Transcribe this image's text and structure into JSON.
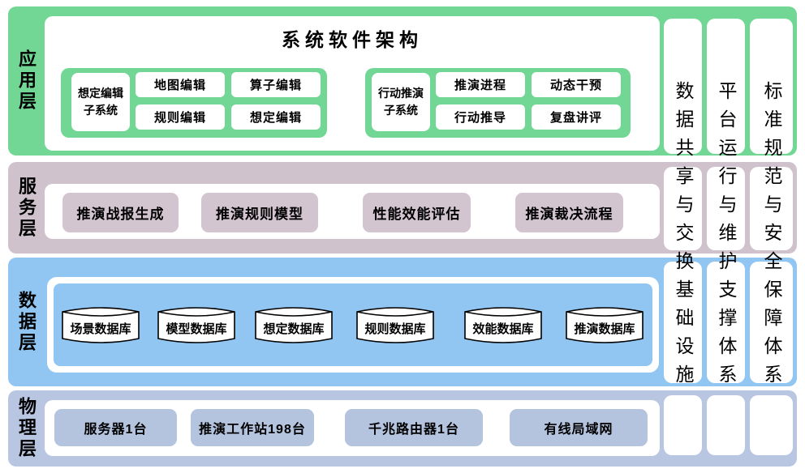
{
  "colors": {
    "app_layer": "#72d795",
    "service_layer": "#cfc2cd",
    "service_button": "#d3c5d0",
    "data_layer": "#92c6f2",
    "physical_layer": "#b8c6e1",
    "physical_button": "#b4c3de",
    "box_background": "#ffffff",
    "text": "#000000"
  },
  "app_layer": {
    "label": "应用层",
    "title": "系统软件架构",
    "scenario_group": {
      "head": "想定编辑\n子系统",
      "items": [
        "地图编辑",
        "算子编辑",
        "规则编辑",
        "想定编辑"
      ]
    },
    "action_group": {
      "head": "行动推演\n子系统",
      "items": [
        "推演进程",
        "动态干预",
        "行动推导",
        "复盘讲评"
      ]
    }
  },
  "service_layer": {
    "label": "服务层",
    "items": [
      "推演战报生成",
      "推演规则模型",
      "性能效能评估",
      "推演裁决流程"
    ]
  },
  "data_layer": {
    "label": "数据层",
    "databases": [
      "场景数据库",
      "模型数据库",
      "想定数据库",
      "规则数据库",
      "效能数据库",
      "推演数据库"
    ]
  },
  "physical_layer": {
    "label": "物理层",
    "items": [
      "服务器1台",
      "推演工作站198台",
      "千兆路由器1台",
      "有线局域网"
    ]
  },
  "pillars": {
    "items": [
      "数据共享与交换基础设施",
      "平台运行与维护支撑体系",
      "标准规范与安全保障体系"
    ]
  }
}
